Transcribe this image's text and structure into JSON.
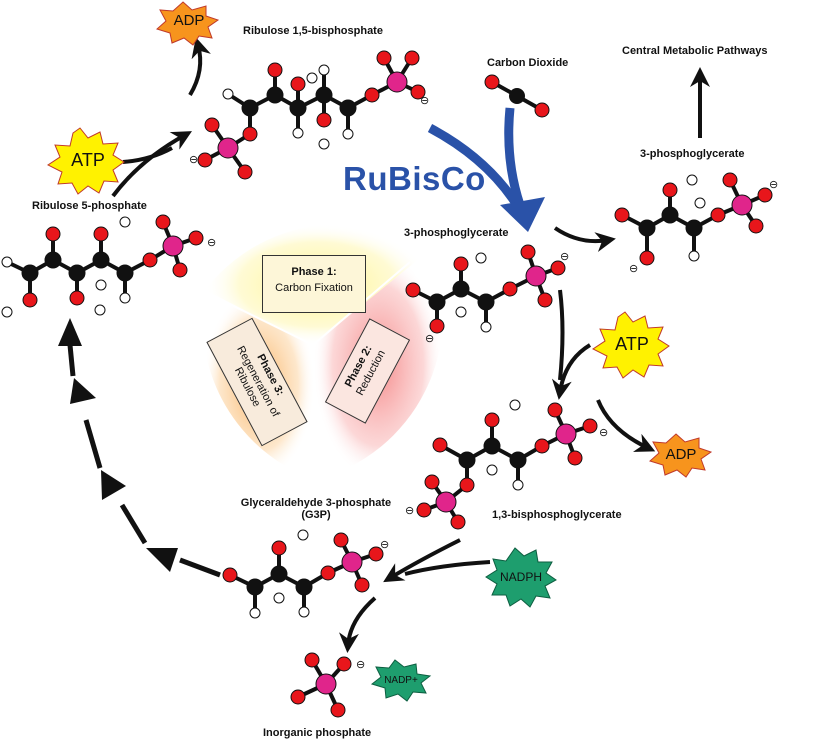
{
  "enzyme": "RuBisCo",
  "labels": {
    "rubp": "Ribulose 1,5-bisphosphate",
    "co2": "Carbon Dioxide",
    "central": "Central Metabolic Pathways",
    "pga_right": "3-phosphoglycerate",
    "pga_center": "3-phosphoglycerate",
    "r5p": "Ribulose 5-phosphate",
    "bpg": "1,3-bisphosphoglycerate",
    "g3p_line1": "Glyceraldehyde 3-phosphate",
    "g3p_line2": "(G3P)",
    "pi": "Inorganic phosphate"
  },
  "phases": [
    {
      "title": "Phase 1:",
      "subtitle": "Carbon Fixation"
    },
    {
      "title": "Phase 2:",
      "subtitle": "Reduction"
    },
    {
      "title": "Phase 3:",
      "subtitle": "Regeneration of Ribulose"
    }
  ],
  "badges": {
    "adp_top": "ADP",
    "atp_left": "ATP",
    "atp_right": "ATP",
    "adp_right": "ADP",
    "nadph": "NADPH",
    "nadp": "NADP+"
  },
  "charge": "⊖",
  "colors": {
    "enzyme": "#2a52a8",
    "carbon": "#111111",
    "oxygen": "#e8161b",
    "phosphorus": "#e0258b",
    "hydrogen": "#ffffff",
    "atp_fill": "#fff200",
    "adp_fill": "#f7941d",
    "nadph_fill": "#1e9e6e",
    "phase1_glow": "#fff27a",
    "phase2_glow": "#f47b7b",
    "phase3_glow": "#f9b25e"
  }
}
